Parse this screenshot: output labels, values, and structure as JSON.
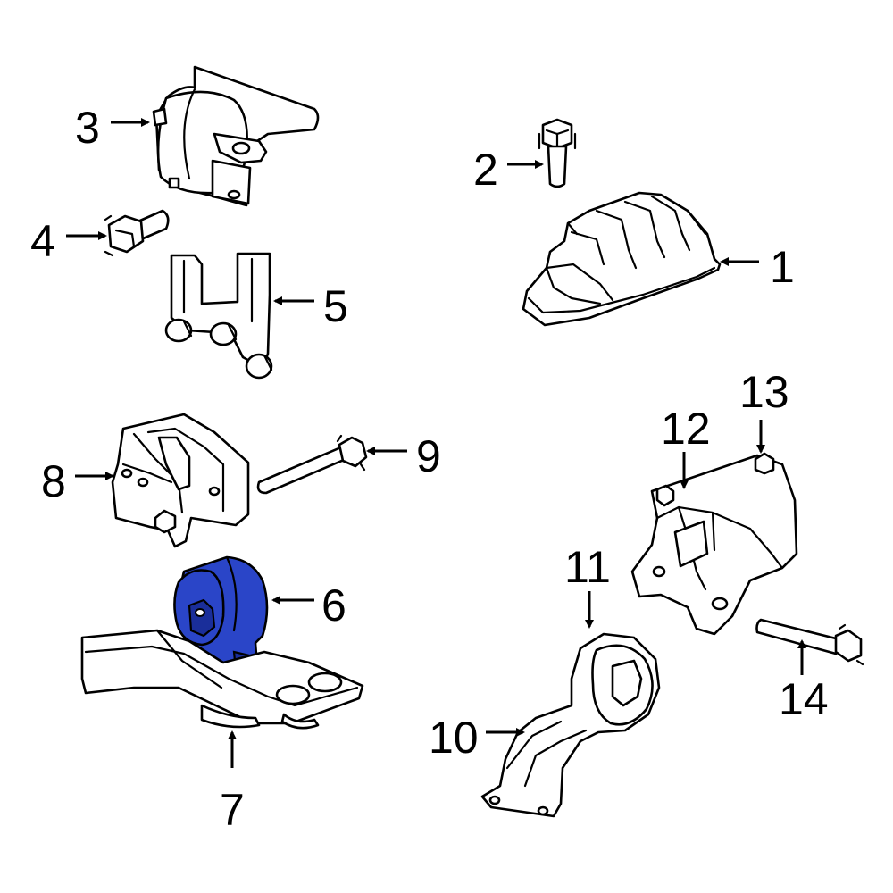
{
  "callouts": [
    {
      "id": "1",
      "label": "1"
    },
    {
      "id": "2",
      "label": "2"
    },
    {
      "id": "3",
      "label": "3"
    },
    {
      "id": "4",
      "label": "4"
    },
    {
      "id": "5",
      "label": "5"
    },
    {
      "id": "6",
      "label": "6"
    },
    {
      "id": "7",
      "label": "7"
    },
    {
      "id": "8",
      "label": "8"
    },
    {
      "id": "9",
      "label": "9"
    },
    {
      "id": "10",
      "label": "10"
    },
    {
      "id": "11",
      "label": "11"
    },
    {
      "id": "12",
      "label": "12"
    },
    {
      "id": "13",
      "label": "13"
    },
    {
      "id": "14",
      "label": "14"
    }
  ],
  "highlight_part": "6",
  "colors": {
    "highlight": "#2a45c8",
    "highlight_dark": "#1a2e9a",
    "line": "#000000",
    "background": "#ffffff"
  }
}
